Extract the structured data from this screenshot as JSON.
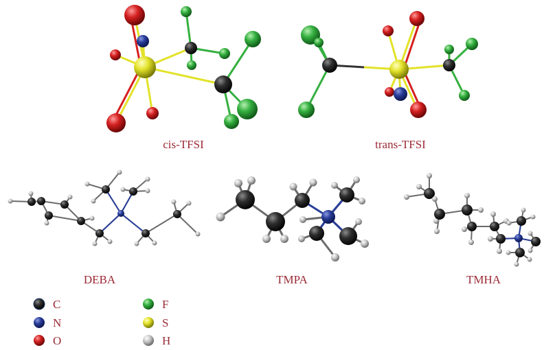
{
  "molecules": [
    {
      "id": "cis",
      "label": "cis-TFSI"
    },
    {
      "id": "trans",
      "label": "trans-TFSI"
    },
    {
      "id": "deba",
      "label": "DEBA"
    },
    {
      "id": "tmpa",
      "label": "TMPA"
    },
    {
      "id": "tmha",
      "label": "TMHA"
    }
  ],
  "legend": [
    {
      "element": "C",
      "color": "#1f1f1f"
    },
    {
      "element": "N",
      "color": "#2a3e9a"
    },
    {
      "element": "O",
      "color": "#d42020"
    },
    {
      "element": "F",
      "color": "#35b040"
    },
    {
      "element": "S",
      "color": "#e2e22a"
    },
    {
      "element": "H",
      "color": "#a8a8a8"
    }
  ],
  "colors": {
    "label_text": "#9b2a35",
    "carbon": "#1f1f1f",
    "nitrogen": "#2a3e9a",
    "oxygen": "#d42020",
    "fluorine": "#35b040",
    "sulfur": "#e2e22a",
    "hydrogen": "#a8a8a8"
  }
}
